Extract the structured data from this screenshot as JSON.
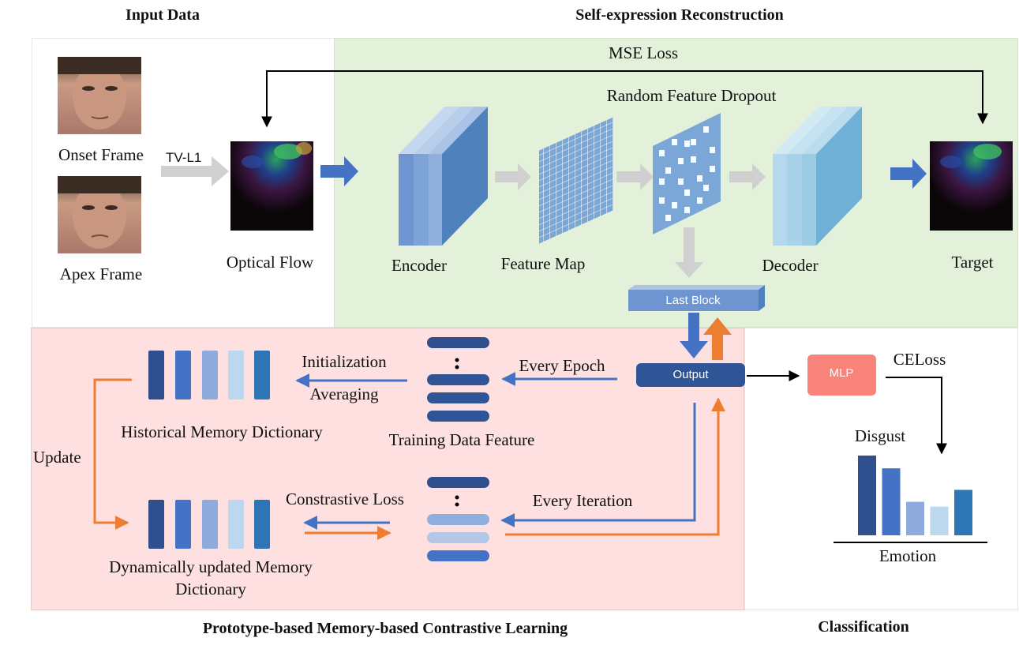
{
  "sections": {
    "input": "Input Data",
    "reconstruction": "Self-expression Reconstruction",
    "contrastive": "Prototype-based Memory-based Contrastive Learning",
    "classification": "Classification"
  },
  "input": {
    "onset": "Onset Frame",
    "apex": "Apex Frame",
    "tvl1": "TV-L1",
    "optical_flow": "Optical Flow"
  },
  "reconstruction": {
    "mse": "MSE Loss",
    "dropout": "Random Feature Dropout",
    "encoder": "Encoder",
    "feature_map": "Feature Map",
    "decoder": "Decoder",
    "target": "Target",
    "last_block": "Last Block"
  },
  "contrastive": {
    "output": "Output",
    "initialization": "Initialization",
    "averaging": "Averaging",
    "every_epoch": "Every Epoch",
    "historical": "Historical Memory Dictionary",
    "training_feature": "Training Data Feature",
    "update": "Update",
    "contrastive_loss": "Constrastive Loss",
    "every_iteration": "Every Iteration",
    "dynamic_line1": "Dynamically updated Memory",
    "dynamic_line2": "Dictionary"
  },
  "classification": {
    "mlp": "MLP",
    "celoss": "CELoss",
    "disgust": "Disgust",
    "emotion": "Emotion"
  },
  "colors": {
    "green_panel": "#e3f0da",
    "pink_panel": "#fde0df",
    "dark_blue": "#2f4f8f",
    "mid_blue": "#4472c4",
    "light_blue": "#8faadc",
    "pale_blue": "#bdd7ee",
    "teal_blue": "#2e75b6",
    "orange": "#ed7d31",
    "mlp": "#f8837a",
    "gray_arrow": "#d0d0d0"
  },
  "chart_data": {
    "type": "bar",
    "categories": [
      "",
      "",
      "",
      "",
      ""
    ],
    "values": [
      100,
      84,
      42,
      36,
      57
    ],
    "highlight": "Disgust",
    "xlabel": "Emotion"
  }
}
